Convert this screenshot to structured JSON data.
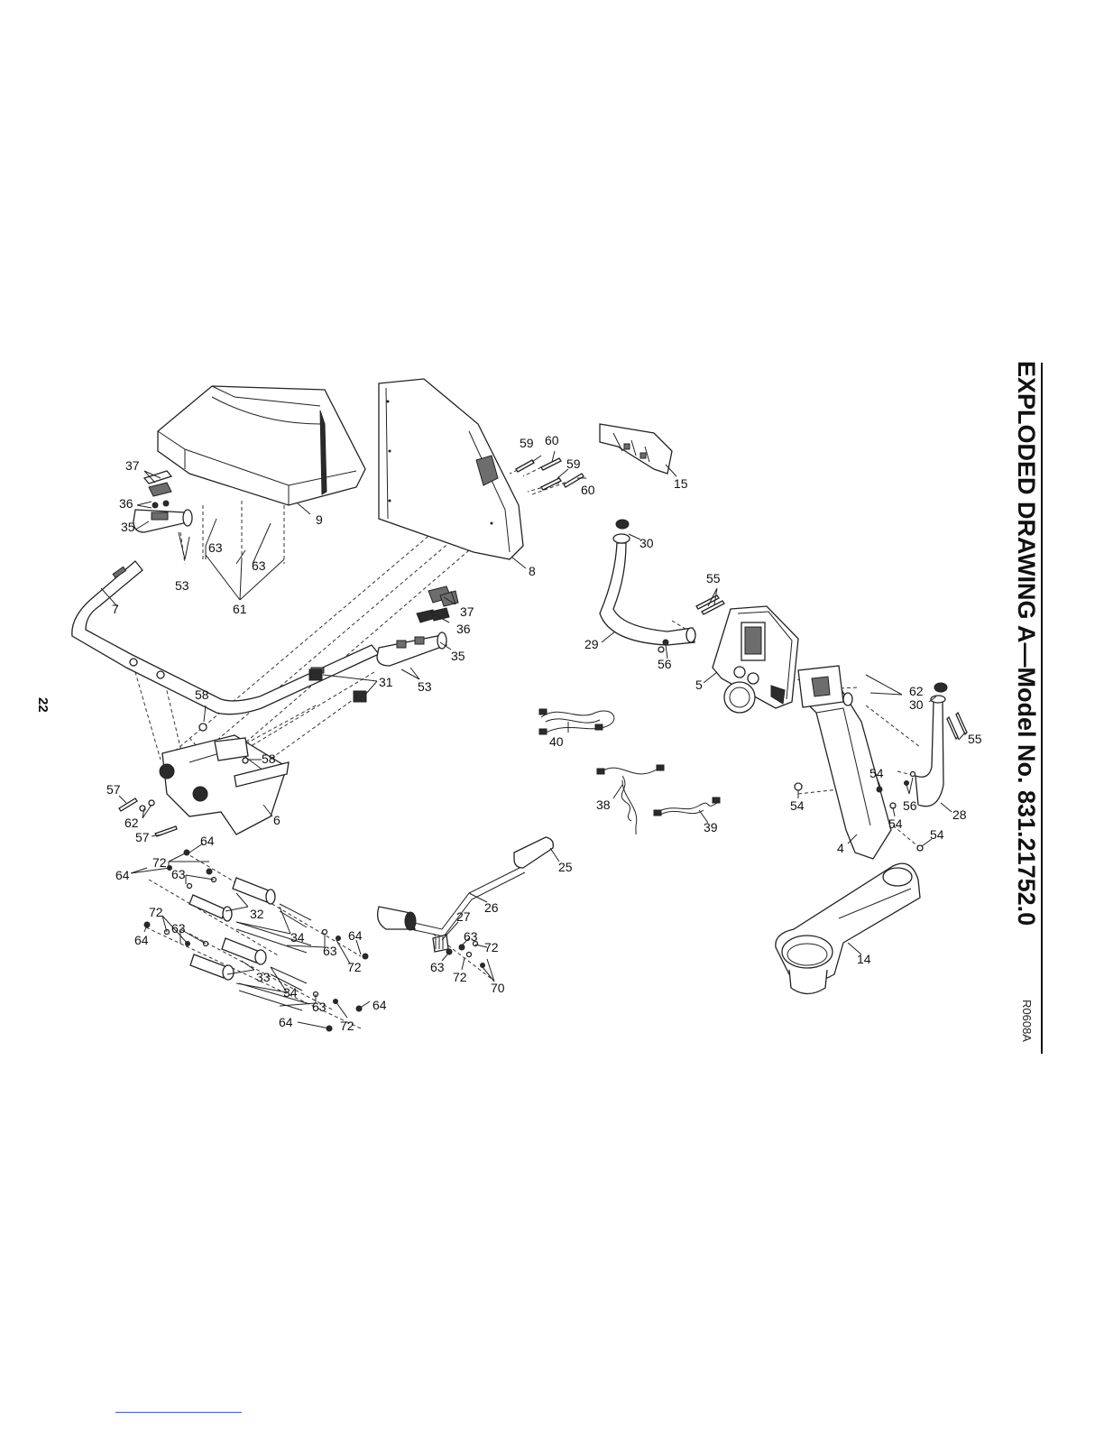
{
  "header": {
    "title": "EXPLODED DRAWING A—Model No. 831.21752.0",
    "drawing_code": "R0608A",
    "page_number": "22"
  },
  "callouts": {
    "p37a": "37",
    "p36a": "36",
    "p35a": "35",
    "p7": "7",
    "p53a": "53",
    "p63a": "63",
    "p63b": "63",
    "p61": "61",
    "p9": "9",
    "p8": "8",
    "p59a": "59",
    "p60a": "60",
    "p59b": "59",
    "p60b": "60",
    "p15": "15",
    "p30a": "30",
    "p29": "29",
    "p55a": "55",
    "p56a": "56",
    "p5": "5",
    "p62a": "62",
    "p30b": "30",
    "p55b": "55",
    "p28": "28",
    "p54a": "54",
    "p54b": "54",
    "p56b": "56",
    "p54c": "54",
    "p54d": "54",
    "p4": "4",
    "p37b": "37",
    "p36b": "36",
    "p35b": "35",
    "p53b": "53",
    "p31": "31",
    "p58a": "58",
    "p58b": "58",
    "p57a": "57",
    "p62b": "62",
    "p57b": "57",
    "p6": "6",
    "p64a": "64",
    "p40": "40",
    "p38": "38",
    "p39": "39",
    "p25": "25",
    "p26": "26",
    "p27": "27",
    "p63c": "63",
    "p72a": "72",
    "p63d": "63",
    "p72b": "72",
    "p70": "70",
    "p14": "14",
    "p72c": "72",
    "p63e": "63",
    "p64b": "64",
    "p32": "32",
    "p34a": "34",
    "p72d": "72",
    "p63f": "63",
    "p64c": "64",
    "p63g": "63",
    "p64d": "64",
    "p72e": "72",
    "p33": "33",
    "p34b": "34",
    "p63h": "63",
    "p64e": "64",
    "p64f": "64",
    "p72f": "72"
  }
}
